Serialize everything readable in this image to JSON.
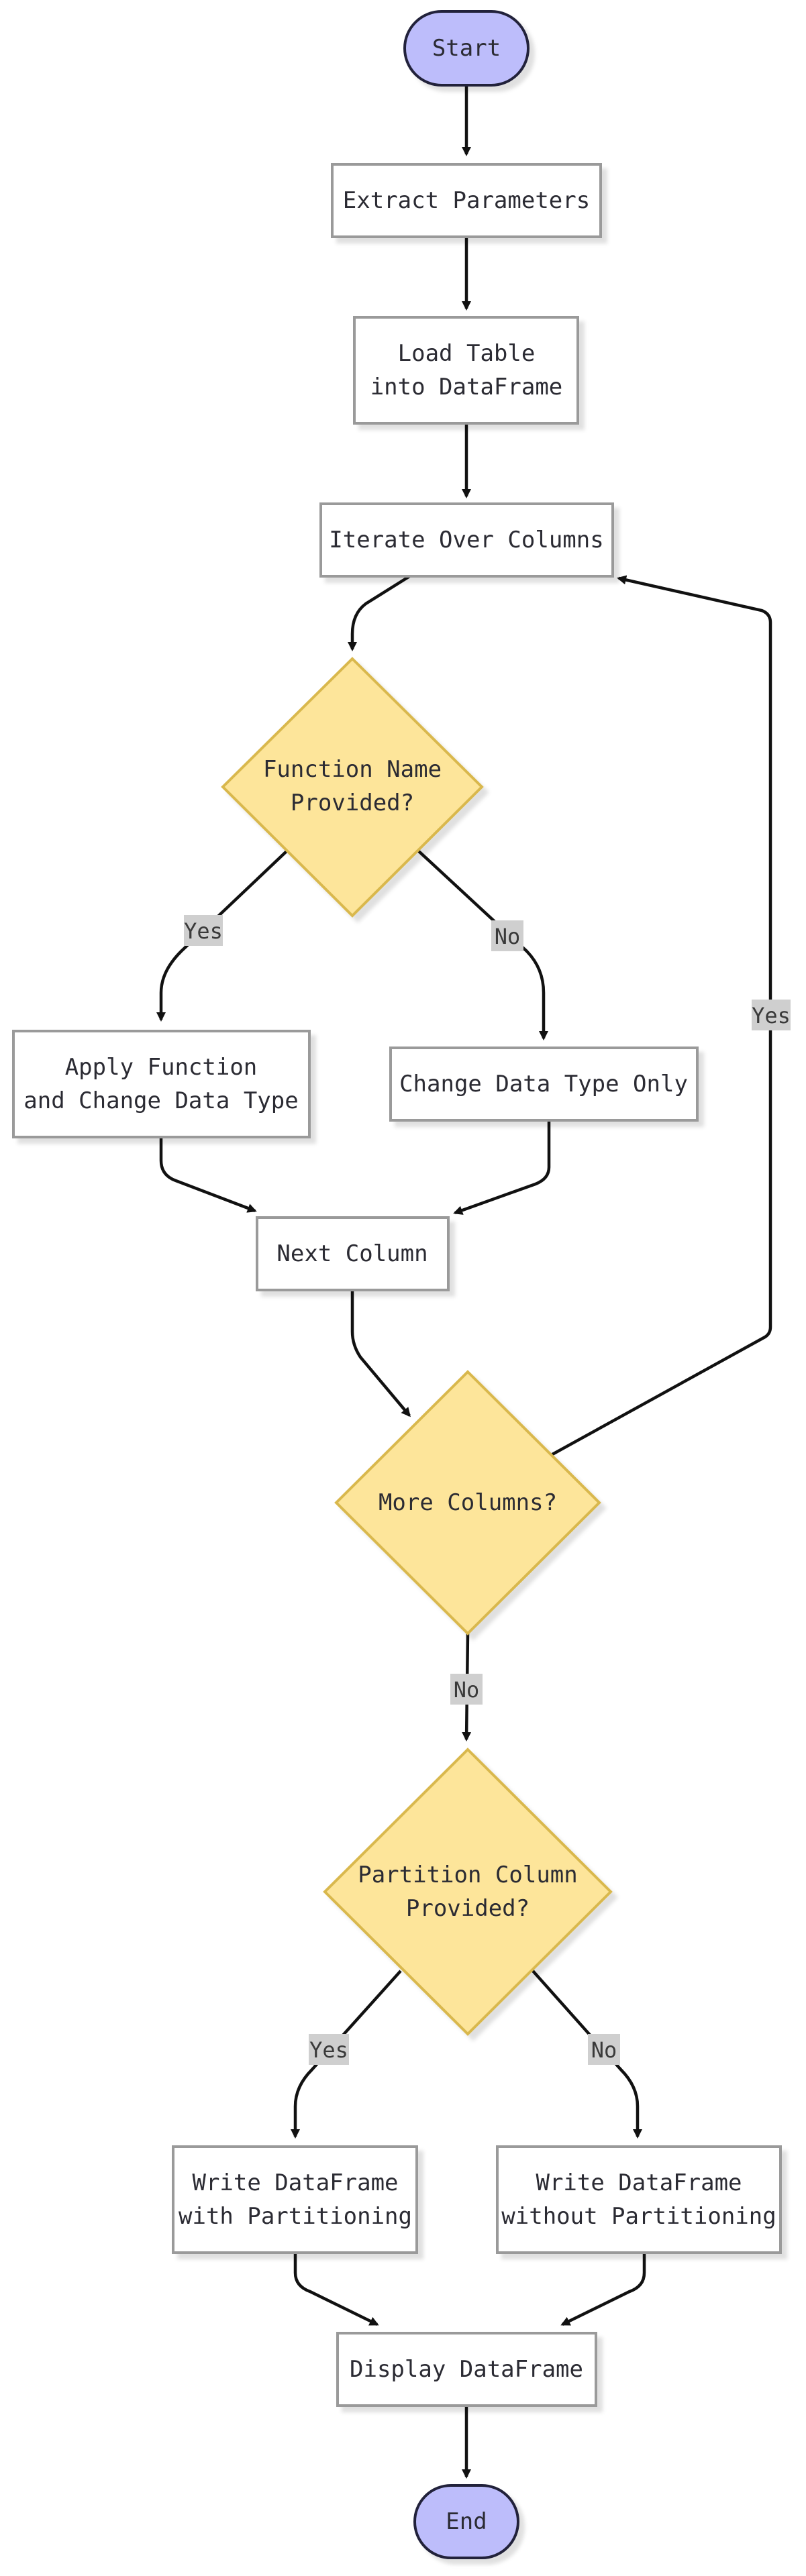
{
  "colors": {
    "terminal_fill": "#bdbdfb",
    "terminal_stroke": "#22223a",
    "process_fill": "#ffffff",
    "process_stroke": "#9a9a9a",
    "decision_fill": "#fde59a",
    "decision_stroke": "#d9b84e",
    "edge": "#111111",
    "edge_label_bg": "#cfcfcf"
  },
  "nodes": {
    "start": {
      "label": "Start"
    },
    "extract": {
      "label": "Extract Parameters"
    },
    "load": {
      "line1": "Load Table",
      "line2": "into DataFrame"
    },
    "iterate": {
      "label": "Iterate Over Columns"
    },
    "function_q": {
      "line1": "Function Name",
      "line2": "Provided?"
    },
    "apply": {
      "line1": "Apply Function",
      "line2": "and Change Data Type"
    },
    "change": {
      "label": "Change Data Type Only"
    },
    "next": {
      "label": "Next Column"
    },
    "more_q": {
      "label": "More Columns?"
    },
    "partition_q": {
      "line1": "Partition Column",
      "line2": "Provided?"
    },
    "write_part": {
      "line1": "Write DataFrame",
      "line2": "with Partitioning"
    },
    "write_nopart": {
      "line1": "Write DataFrame",
      "line2": "without Partitioning"
    },
    "display": {
      "label": "Display DataFrame"
    },
    "end": {
      "label": "End"
    }
  },
  "edges": {
    "func_yes": "Yes",
    "func_no": "No",
    "more_yes": "Yes",
    "more_no": "No",
    "part_yes": "Yes",
    "part_no": "No"
  }
}
